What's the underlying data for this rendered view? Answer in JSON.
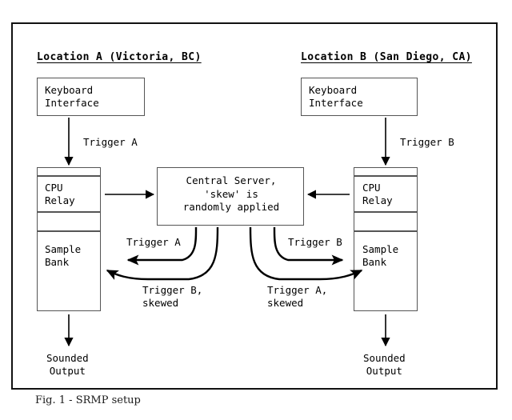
{
  "figure": {
    "caption": "Fig. 1 - SRMP setup",
    "frame_color": "#111111",
    "box_border_color": "#555555",
    "ink_color": "#000000",
    "background": "#ffffff"
  },
  "locations": [
    {
      "id": "a",
      "title": "Location A (Victoria, BC)",
      "keyboard_label": "Keyboard\nInterface",
      "cpu_label": "CPU\nRelay",
      "sample_label": "Sample\nBank",
      "trigger_down_label": "Trigger A",
      "output_label": "Sounded\nOutput"
    },
    {
      "id": "b",
      "title": "Location B (San Diego, CA)",
      "keyboard_label": "Keyboard\nInterface",
      "cpu_label": "CPU\nRelay",
      "sample_label": "Sample\nBank",
      "trigger_down_label": "Trigger B",
      "output_label": "Sounded\nOutput"
    }
  ],
  "server": {
    "label": "Central Server,\n'skew' is\nrandomly applied"
  },
  "return_paths": {
    "to_a_direct": "Trigger A",
    "to_b_direct": "Trigger B",
    "to_a_skewed": "Trigger B,\nskewed",
    "to_b_skewed": "Trigger A,\nskewed"
  }
}
